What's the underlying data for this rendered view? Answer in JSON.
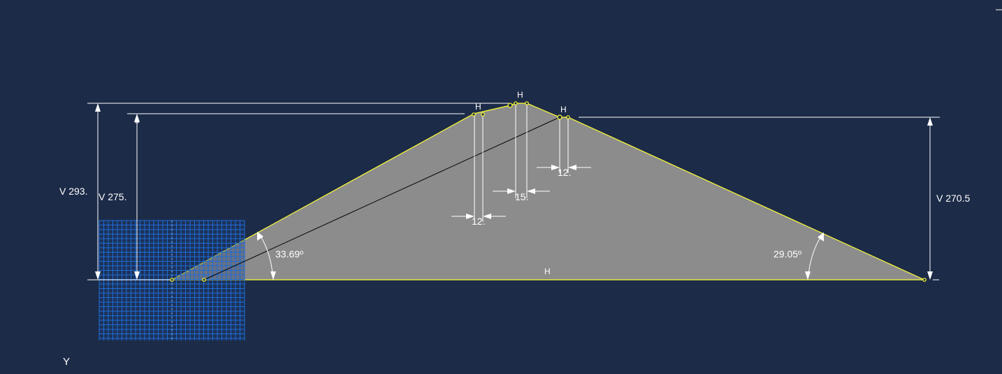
{
  "dimensions": {
    "v_left_outer": "V 293.",
    "v_left_inner": "V 275.",
    "v_right": "V 270.5",
    "dim_12_left": "12.",
    "dim_15": "15.",
    "dim_12_right": "12."
  },
  "angles": {
    "left": "33.69º",
    "right": "29.05º"
  },
  "constraints": {
    "h_top": "H",
    "h_crest_left": "H",
    "h_crest_right": "H",
    "h_base": "H"
  },
  "axis": {
    "y_label": "Y"
  },
  "colors": {
    "background": "#1c2b47",
    "profile_fill": "#8c8c8c",
    "profile_edge": "#ffff33",
    "mesh": "#1e6cd8",
    "dimension": "#ffffff"
  }
}
